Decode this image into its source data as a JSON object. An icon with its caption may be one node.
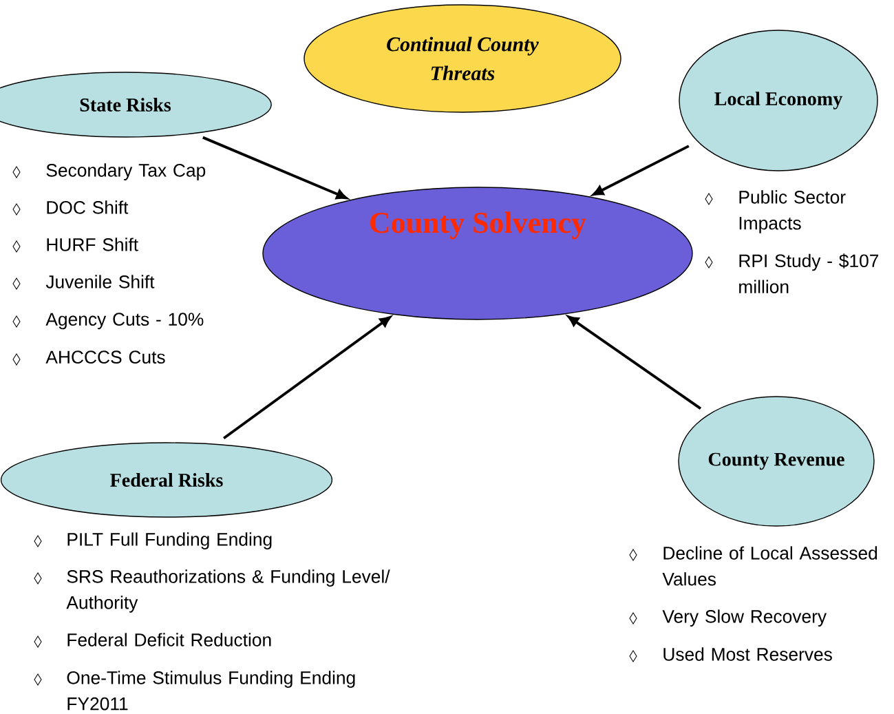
{
  "diagram": {
    "nodes": [
      {
        "text": [
          "Continual County Threats"
        ]
      },
      {
        "text": [
          "State Risks"
        ],
        "beside": [
          "Secondary Tax Cap",
          "DOC Shift",
          "HURF Shift",
          "Juvenile Shift",
          "Agency Cuts - 10%",
          "AHCCCS Cuts"
        ]
      },
      {
        "text": [
          "Local Economy"
        ],
        "beside": [
          "Public Sector Impacts",
          "RPI Study - $107 million"
        ]
      },
      {
        "text": [
          "County Solvency"
        ]
      },
      {
        "text": [
          "Federal Risks"
        ],
        "beside": [
          "PILT Full Funding Ending",
          "SRS Reauthorizations & Funding Level/ Authority",
          "Federal Deficit Reduction",
          "One-Time Stimulus Funding Ending FY2011"
        ]
      },
      {
        "text": [
          "County Revenue"
        ],
        "beside": [
          "Decline of Local Assessed Values",
          "Very Slow Recovery",
          "Used Most Reserves"
        ]
      }
    ],
    "edges": [
      {
        "from": 1,
        "to": 3,
        "arrow": "to"
      },
      {
        "from": 2,
        "to": 3,
        "arrow": "to"
      },
      {
        "from": 4,
        "to": 3,
        "arrow": "to"
      },
      {
        "from": 5,
        "to": 3,
        "arrow": "to"
      }
    ]
  }
}
